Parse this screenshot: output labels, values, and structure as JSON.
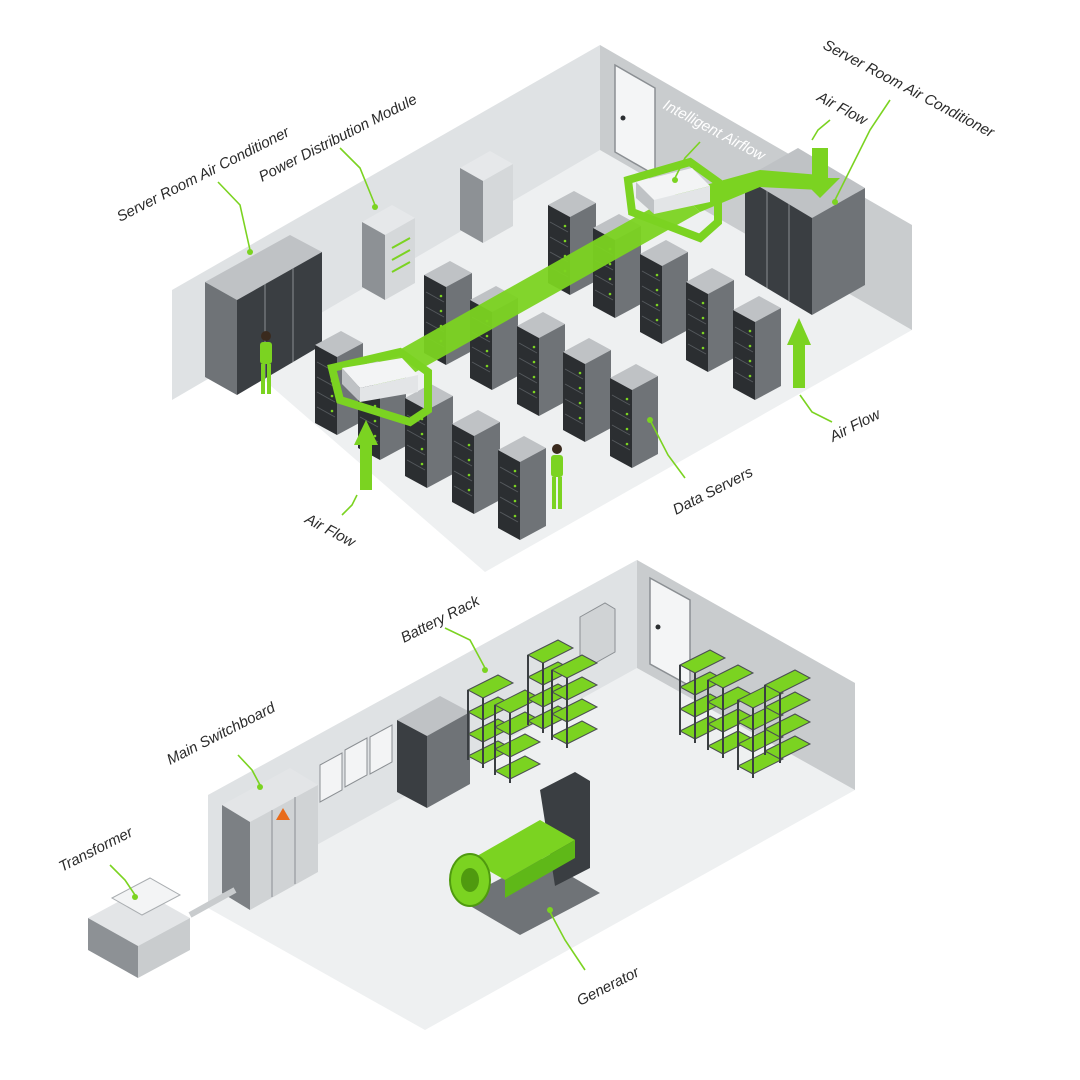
{
  "labels": {
    "server_room_ac_left": "Server Room Air Conditioner",
    "power_distribution_module": "Power Distribution Module",
    "intelligent_airflow": "Intelligent Airflow",
    "air_flow_top": "Air Flow",
    "server_room_ac_right": "Server Room Air Conditioner",
    "air_flow_right": "Air Flow",
    "air_flow_left": "Air Flow",
    "data_servers": "Data Servers",
    "battery_rack": "Battery Rack",
    "main_switchboard": "Main Switchboard",
    "transformer": "Transformer",
    "generator": "Generator"
  },
  "colors": {
    "accent_green": "#7bd321",
    "floor": "#eef0f1",
    "wall_light": "#dcdfe1",
    "wall_dark": "#b9bdc0",
    "rack_dark": "#2b2e31"
  }
}
